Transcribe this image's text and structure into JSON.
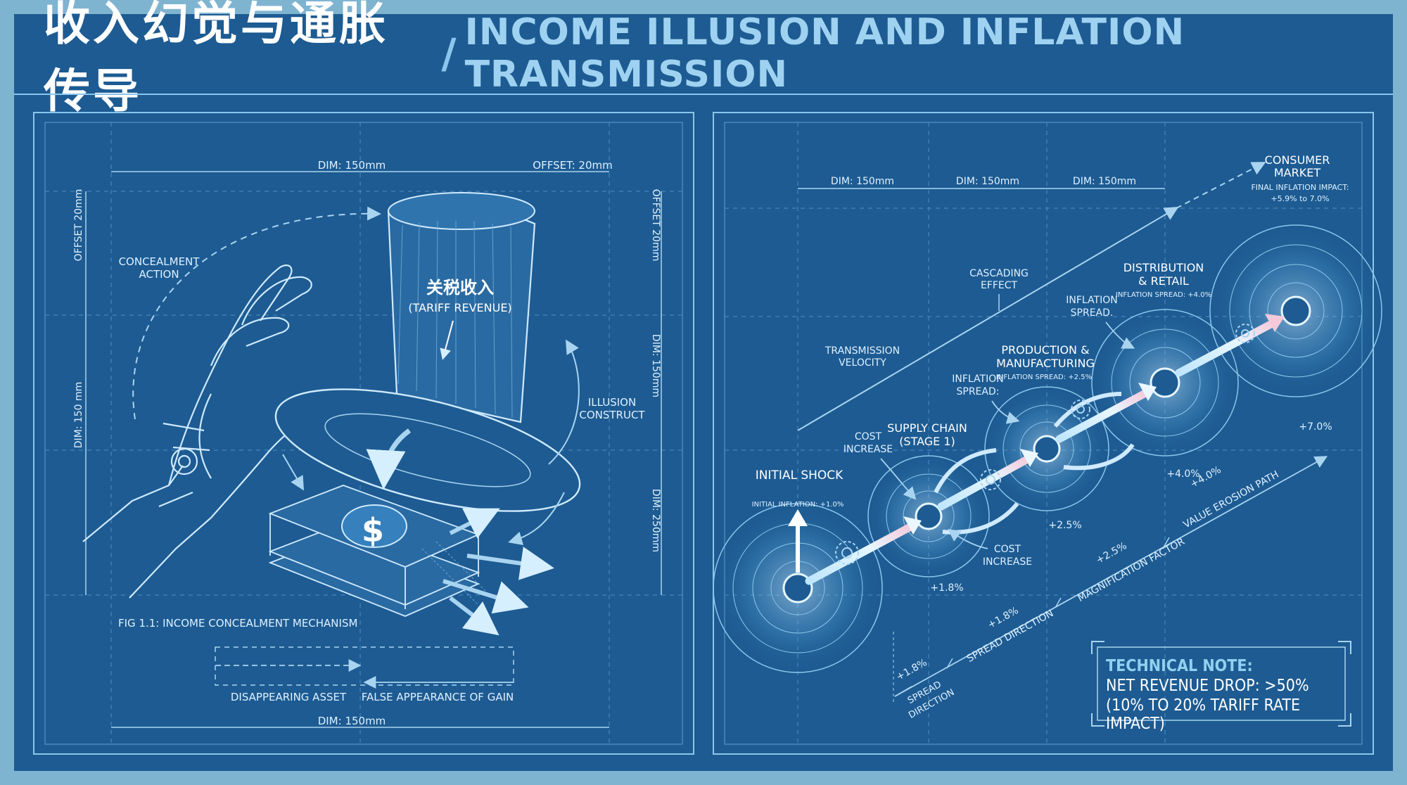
{
  "title": {
    "chinese": "收入幻觉与通胀传导",
    "separator": "/",
    "english": "INCOME ILLUSION AND INFLATION TRANSMISSION"
  },
  "left_panel": {
    "dim_top": "DIM: 150mm",
    "offset_top": "OFFSET: 20mm",
    "offset_left": "OFFSET 20mm",
    "offset_right": "OFFSET 20mm",
    "dim_left": "DIM: 150 mm",
    "dim_right_upper": "DIM: 150mm",
    "dim_right_lower": "DIM: 250mm",
    "concealment_action": [
      "CONCEALMENT",
      "ACTION"
    ],
    "hat_label_cn": "关税收入",
    "hat_label_en": "(TARIFF REVENUE)",
    "illusion_construct": [
      "ILLUSION",
      "CONSTRUCT"
    ],
    "figure_caption": "FIG 1.1: INCOME CONCEALMENT MECHANISM",
    "disappearing_asset": "DISAPPEARING ASSET",
    "false_gain": "FALSE APPEARANCE OF GAIN",
    "dim_bottom": "DIM: 150mm",
    "dollar_glyph": "$"
  },
  "right_panel": {
    "dims": [
      "DIM: 150mm",
      "DIM: 150mm",
      "DIM: 150mm"
    ],
    "consumer_market": [
      "CONSUMER",
      "MARKET"
    ],
    "final_impact": [
      "FINAL INFLATION IMPACT:",
      "+5.9% to 7.0%"
    ],
    "cascading_effect": [
      "CASCADING",
      "EFFECT"
    ],
    "transmission_velocity": [
      "TRANSMISSION",
      "VELOCITY"
    ],
    "distribution_retail": [
      "DISTRIBUTION",
      "& RETAIL"
    ],
    "inflation_spread_retail": "INFLATION SPREAD: +4.0%",
    "inflation_spread_a": [
      "INFLATION",
      "SPREAD."
    ],
    "production": [
      "PRODUCTION &",
      "MANUFACTURING"
    ],
    "inflation_spread_production": "INFLATION SPREAD: +2.5%",
    "inflation_spread_b": [
      "INFLATION",
      "SPREAD:"
    ],
    "cost_increase_top": [
      "COST",
      "INCREASE"
    ],
    "supply_chain": [
      "SUPPLY CHAIN",
      "(STAGE 1)"
    ],
    "initial_shock": "INITIAL SHOCK",
    "initial_inflation": "INITIAL INFLATION: +1.0%",
    "cost_increase_bottom": [
      "COST",
      "INCREASE"
    ],
    "pct_70": "+7.0%",
    "pct_40": "+4.0%",
    "pct_25": "+2.5%",
    "pct_18": "+1.8%",
    "diag_40": "+4.0%",
    "diag_25": "+2.5%",
    "diag_18": "+1.8%",
    "diag_18b": "+1.8%",
    "value_erosion": "VALUE EROSION PATH",
    "magnification": "MAGNIFICATION FACTOR",
    "spread_direction": "SPREAD DIRECTION",
    "spread_direction_small": [
      "SPREAD",
      "DIRECTION"
    ]
  },
  "technical_note": {
    "heading": "TECHNICAL NOTE:",
    "line1": "NET REVENUE DROP: >50%",
    "line2": "(10% TO 20% TARIFF RATE IMPACT)"
  },
  "colors": {
    "background": "#1d5b92",
    "line": "#a9d4f0",
    "text": "#dff1ff",
    "accent": "#8fd1ef"
  }
}
